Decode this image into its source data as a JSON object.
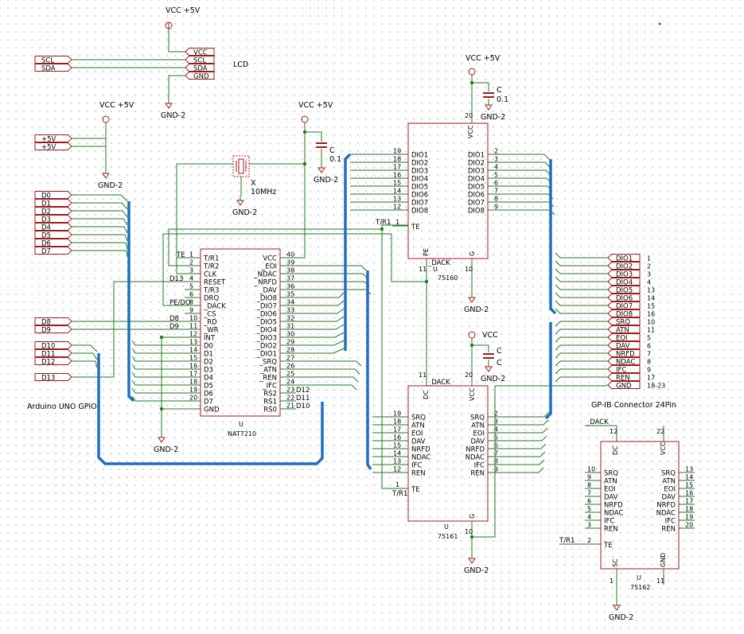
{
  "colors": {
    "wire": "#1e7a1e",
    "bus": "#1f6fc0",
    "component": "#a01818",
    "text": "#000000",
    "grid": "#c8c8c8"
  },
  "power": {
    "vcc": "VCC",
    "vcc5": "VCC +5V",
    "gnd2": "GND-2"
  },
  "lcd": {
    "label": "LCD",
    "pins": [
      "VCC",
      "SCL",
      "SDA",
      "GND"
    ],
    "left_ports": [
      "SCL",
      "SDA"
    ]
  },
  "arduino": {
    "label": "Arduino UNO GPIO",
    "power_ports": [
      "+5V",
      "+5V"
    ],
    "data_ports": [
      "D0",
      "D1",
      "D2",
      "D3",
      "D4",
      "D5",
      "D6",
      "D7"
    ],
    "addr_ports": [
      "D8",
      "D9"
    ],
    "ctrl_ports": [
      "D10",
      "D11",
      "D12"
    ],
    "reset_port": "D13"
  },
  "crystal": {
    "ref": "X",
    "value": "10MHz"
  },
  "caps": [
    {
      "ref": "C",
      "value": "0.1"
    },
    {
      "ref": "C",
      "value": "0.1"
    },
    {
      "ref": "C",
      "value": "C"
    }
  ],
  "nat7210": {
    "ref": "U",
    "part": "NAT7210",
    "left_pins": [
      {
        "num": "1",
        "name": "T/R1"
      },
      {
        "num": "2",
        "name": "T/R2"
      },
      {
        "num": "3",
        "name": "CLK"
      },
      {
        "num": "4",
        "name": "RESET"
      },
      {
        "num": "5",
        "name": "T/R3"
      },
      {
        "num": "6",
        "name": "DRQ"
      },
      {
        "num": "8",
        "name": "_DACK"
      },
      {
        "num": "9",
        "name": "_CS"
      },
      {
        "num": "10",
        "name": "_RD"
      },
      {
        "num": "11",
        "name": "_WR"
      },
      {
        "num": "12",
        "name": "INT"
      },
      {
        "num": "13",
        "name": "D0"
      },
      {
        "num": "14",
        "name": "D1"
      },
      {
        "num": "15",
        "name": "D2"
      },
      {
        "num": "16",
        "name": "D3"
      },
      {
        "num": "17",
        "name": "D4"
      },
      {
        "num": "18",
        "name": "D5"
      },
      {
        "num": "19",
        "name": "D6"
      },
      {
        "num": "20",
        "name": "D7"
      },
      {
        "num": "",
        "name": "GND"
      }
    ],
    "right_pins": [
      {
        "num": "40",
        "name": "VCC"
      },
      {
        "num": "39",
        "name": "_EOI"
      },
      {
        "num": "38",
        "name": "_NDAC"
      },
      {
        "num": "37",
        "name": "_NRFD"
      },
      {
        "num": "36",
        "name": "_DAV"
      },
      {
        "num": "35",
        "name": "_DIO8"
      },
      {
        "num": "34",
        "name": "_DIO7"
      },
      {
        "num": "33",
        "name": "_DIO6"
      },
      {
        "num": "32",
        "name": "_DIO5"
      },
      {
        "num": "31",
        "name": "_DIO4"
      },
      {
        "num": "30",
        "name": "_DIO3"
      },
      {
        "num": "29",
        "name": "_DIO2"
      },
      {
        "num": "28",
        "name": "_DIO1"
      },
      {
        "num": "27",
        "name": "_SRQ"
      },
      {
        "num": "26",
        "name": "_ATN"
      },
      {
        "num": "25",
        "name": "_REN"
      },
      {
        "num": "24",
        "name": "_IFC"
      },
      {
        "num": "23",
        "name": "RS2"
      },
      {
        "num": "22",
        "name": "RS1"
      },
      {
        "num": "21",
        "name": "RS0"
      }
    ],
    "net_labels": [
      "TE",
      "D13",
      "PE/DO",
      "D8",
      "D9",
      "D12",
      "D11",
      "D10"
    ]
  },
  "u75160": {
    "ref": "U",
    "part": "75160",
    "vcc_pin": "20",
    "g_pin": "10",
    "pe_pin": "11",
    "te_pin": "1",
    "left_nums": [
      "19",
      "18",
      "17",
      "16",
      "15",
      "14",
      "13",
      "12"
    ],
    "right_nums": [
      "2",
      "3",
      "4",
      "5",
      "6",
      "7",
      "8",
      "9"
    ],
    "names": [
      "DIO1",
      "DIO2",
      "DIO3",
      "DIO4",
      "DIO5",
      "DIO6",
      "DIO7",
      "DIO8"
    ],
    "te_label": "TE",
    "pe_label": "PE",
    "vcc_label": "VCC",
    "g_label": "G",
    "net_tr1": "T/R1",
    "net_dack": "_DACK"
  },
  "u75161": {
    "ref": "U",
    "part": "75161",
    "vcc_pin": "20",
    "g_pin": "10",
    "dc_pin": "11",
    "te_pin": "1",
    "left_nums": [
      "19",
      "18",
      "17",
      "16",
      "15",
      "14",
      "13",
      "12"
    ],
    "right_nums": [
      "2",
      "3",
      "4",
      "5",
      "6",
      "7",
      "8",
      "9"
    ],
    "names": [
      "SRQ",
      "ATN",
      "EOI",
      "DAV",
      "NRFD",
      "NDAC",
      "IFC",
      "REN"
    ],
    "te_label": "TE",
    "dc_label": "DC",
    "vcc_label": "VCC",
    "g_label": "G",
    "net_tr1": "T/R1",
    "net_dack": "_DACK"
  },
  "u75162": {
    "ref": "U",
    "part": "75162",
    "dc_pin": "12",
    "vcc_pin": "22",
    "sc_pin": "1",
    "gnd_pin": "11",
    "te_pin": "2",
    "left_nums": [
      "10",
      "9",
      "8",
      "7",
      "6",
      "5",
      "4",
      "3"
    ],
    "right_nums": [
      "13",
      "14",
      "15",
      "16",
      "17",
      "18",
      "19",
      "20"
    ],
    "names": [
      "SRQ",
      "ATN",
      "EOI",
      "DAV",
      "NRFD",
      "NDAC",
      "IFC",
      "REN"
    ],
    "dc_label": "DC",
    "vcc_label": "VCC",
    "sc_label": "SC",
    "gnd_label": "GND",
    "te_label": "TE",
    "net_dack": "_DACK",
    "net_tr1": "T/R1"
  },
  "gpib": {
    "label": "GP-IB Connector 24Pin",
    "ports": [
      {
        "name": "DIO1",
        "num": "1"
      },
      {
        "name": "DIO2",
        "num": "2"
      },
      {
        "name": "DIO3",
        "num": "3"
      },
      {
        "name": "DIO4",
        "num": "4"
      },
      {
        "name": "DIO5",
        "num": "13"
      },
      {
        "name": "DIO6",
        "num": "14"
      },
      {
        "name": "DIO7",
        "num": "15"
      },
      {
        "name": "DIO8",
        "num": "16"
      },
      {
        "name": "SRQ",
        "num": "10"
      },
      {
        "name": "ATN",
        "num": "11"
      },
      {
        "name": "EOI",
        "num": "5"
      },
      {
        "name": "DAV",
        "num": "6"
      },
      {
        "name": "NRFD",
        "num": "7"
      },
      {
        "name": "NDAC",
        "num": "8"
      },
      {
        "name": "IFC",
        "num": "9"
      },
      {
        "name": "REN",
        "num": "17"
      },
      {
        "name": "GND",
        "num": "18-23"
      }
    ]
  }
}
